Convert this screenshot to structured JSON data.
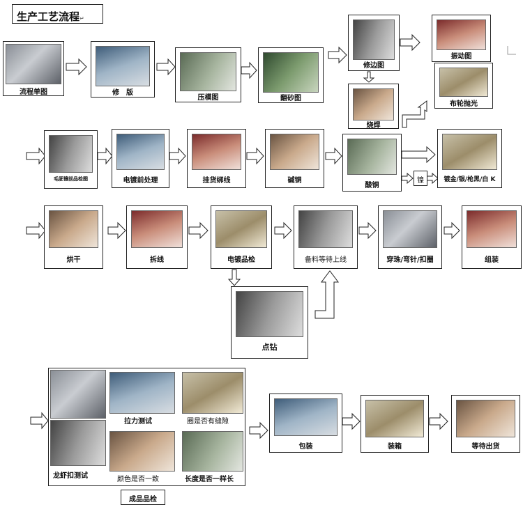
{
  "title": "生产工艺流程",
  "para_mark": "↵",
  "steps": {
    "flow_single": "流程单图",
    "trim": "修　版",
    "press_mold": "压模图",
    "tumble": "翻砂图",
    "trim_edge": "修边图",
    "weld": "烧焊",
    "vibrate": "振动图",
    "polish": "布轮抛光",
    "rough_inspect": "毛胚镶前品检图",
    "pre_plating": "电镀前处理",
    "hang_bind": "挂货绑线",
    "alkali_copper": "碱铜",
    "acid_copper": "酸铜",
    "nickel": "镍",
    "plating_finish": "镀金/银/枪黑/白 K",
    "dry": "烘干",
    "unwire": "拆线",
    "plating_qc": "电镀品检",
    "prep_line": "备料等待上线",
    "bead_pin": "穿珠/弯针/扣圈",
    "assemble": "组装",
    "set_stone": "点钻",
    "clasp_test": "龙虾扣测试",
    "pull_test": "拉力测试",
    "gap_check": "圈是否有缝隙",
    "color_check": "颜色是否一致",
    "length_check": "长度是否一样长",
    "final_qc": "成品品检",
    "pack": "包装",
    "box": "装箱",
    "ship": "等待出货"
  }
}
